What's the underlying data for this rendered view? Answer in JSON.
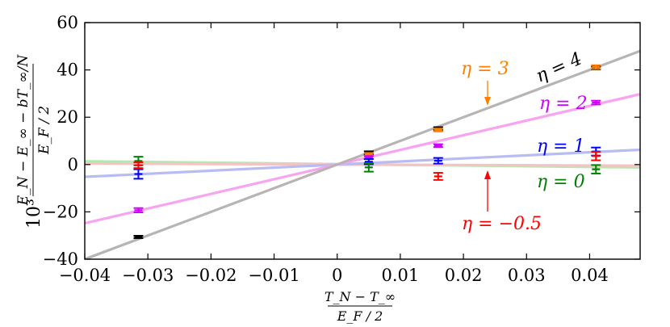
{
  "chart_data": {
    "type": "scatter",
    "title": "",
    "xlabel": {
      "num": "T_N − T_∞",
      "den": "E_F / 2"
    },
    "ylabel": {
      "prefix": "10³",
      "num": "E_N − E_∞ − bT_∞/N",
      "den": "E_F / 2"
    },
    "xlim": [
      -0.04,
      0.048
    ],
    "ylim": [
      -40,
      60
    ],
    "xticks": [
      -0.04,
      -0.03,
      -0.02,
      -0.01,
      0,
      0.01,
      0.02,
      0.03,
      0.04
    ],
    "xtick_labels": [
      "−0.04",
      "−0.03",
      "−0.02",
      "−0.01",
      "0",
      "0.01",
      "0.02",
      "0.03",
      "0.04"
    ],
    "yticks": [
      -40,
      -20,
      0,
      20,
      40,
      60
    ],
    "ytick_labels": [
      "−40",
      "−20",
      "0",
      "20",
      "40",
      "60"
    ],
    "grid": false,
    "series": [
      {
        "name": "η = 4",
        "color": "#000000",
        "line_color": "#b8b4b4",
        "slope": 1000,
        "intercept": 0,
        "points": [
          {
            "x": -0.0315,
            "y": -30.6,
            "err": 0.5
          },
          {
            "x": 0.005,
            "y": 5.0,
            "err": 0.6
          },
          {
            "x": 0.016,
            "y": 15.2,
            "err": 0.6
          },
          {
            "x": 0.041,
            "y": 40.8,
            "err": 0.6
          }
        ]
      },
      {
        "name": "η = 3",
        "color": "#ff8000",
        "line_color": null,
        "slope": null,
        "intercept": null,
        "points": [
          {
            "x": 0.005,
            "y": 4.2,
            "err": 0.7
          },
          {
            "x": 0.016,
            "y": 14.6,
            "err": 0.6
          },
          {
            "x": 0.041,
            "y": 41.2,
            "err": 0.8
          }
        ]
      },
      {
        "name": "η = 2",
        "color": "#cc00ff",
        "line_color": "#f8a4f0",
        "slope": 620,
        "intercept": 0,
        "points": [
          {
            "x": -0.0315,
            "y": -19.3,
            "err": 0.9
          },
          {
            "x": 0.005,
            "y": 3.0,
            "err": 0.6
          },
          {
            "x": 0.016,
            "y": 8.0,
            "err": 0.6
          },
          {
            "x": 0.041,
            "y": 26.2,
            "err": 0.8
          }
        ]
      },
      {
        "name": "η = 1",
        "color": "#0000ff",
        "line_color": "#b8bcf4",
        "slope": 130,
        "intercept": 0,
        "points": [
          {
            "x": -0.0315,
            "y": -4.0,
            "err": 2.0
          },
          {
            "x": 0.005,
            "y": 1.2,
            "err": 1.1
          },
          {
            "x": 0.016,
            "y": 1.6,
            "err": 1.2
          },
          {
            "x": 0.041,
            "y": 5.5,
            "err": 1.7
          }
        ]
      },
      {
        "name": "η = 0",
        "color": "#008000",
        "line_color": "#b4e8b0",
        "slope": -30,
        "intercept": 0.2,
        "points": [
          {
            "x": -0.0315,
            "y": 1.5,
            "err": 1.8
          },
          {
            "x": 0.005,
            "y": -1.2,
            "err": 1.8
          },
          {
            "x": 0.041,
            "y": -2.0,
            "err": 1.8
          }
        ]
      },
      {
        "name": "η = −0.5",
        "color": "#ff0000",
        "line_color": "#f4c4c4",
        "slope": -10,
        "intercept": 0,
        "points": [
          {
            "x": -0.0315,
            "y": -0.3,
            "err": 1.2
          },
          {
            "x": 0.016,
            "y": -5.0,
            "err": 1.5
          },
          {
            "x": 0.041,
            "y": 3.6,
            "err": 1.8
          }
        ]
      }
    ],
    "annotations": [
      {
        "text": "η = 4",
        "color": "#000000"
      },
      {
        "text": "η = 3",
        "color": "#ff8000"
      },
      {
        "text": "η = 2",
        "color": "#cc00ff"
      },
      {
        "text": "η = 1",
        "color": "#0000ff"
      },
      {
        "text": "η = 0",
        "color": "#008000"
      },
      {
        "text": "η = −0.5",
        "color": "#ff0000"
      }
    ]
  }
}
